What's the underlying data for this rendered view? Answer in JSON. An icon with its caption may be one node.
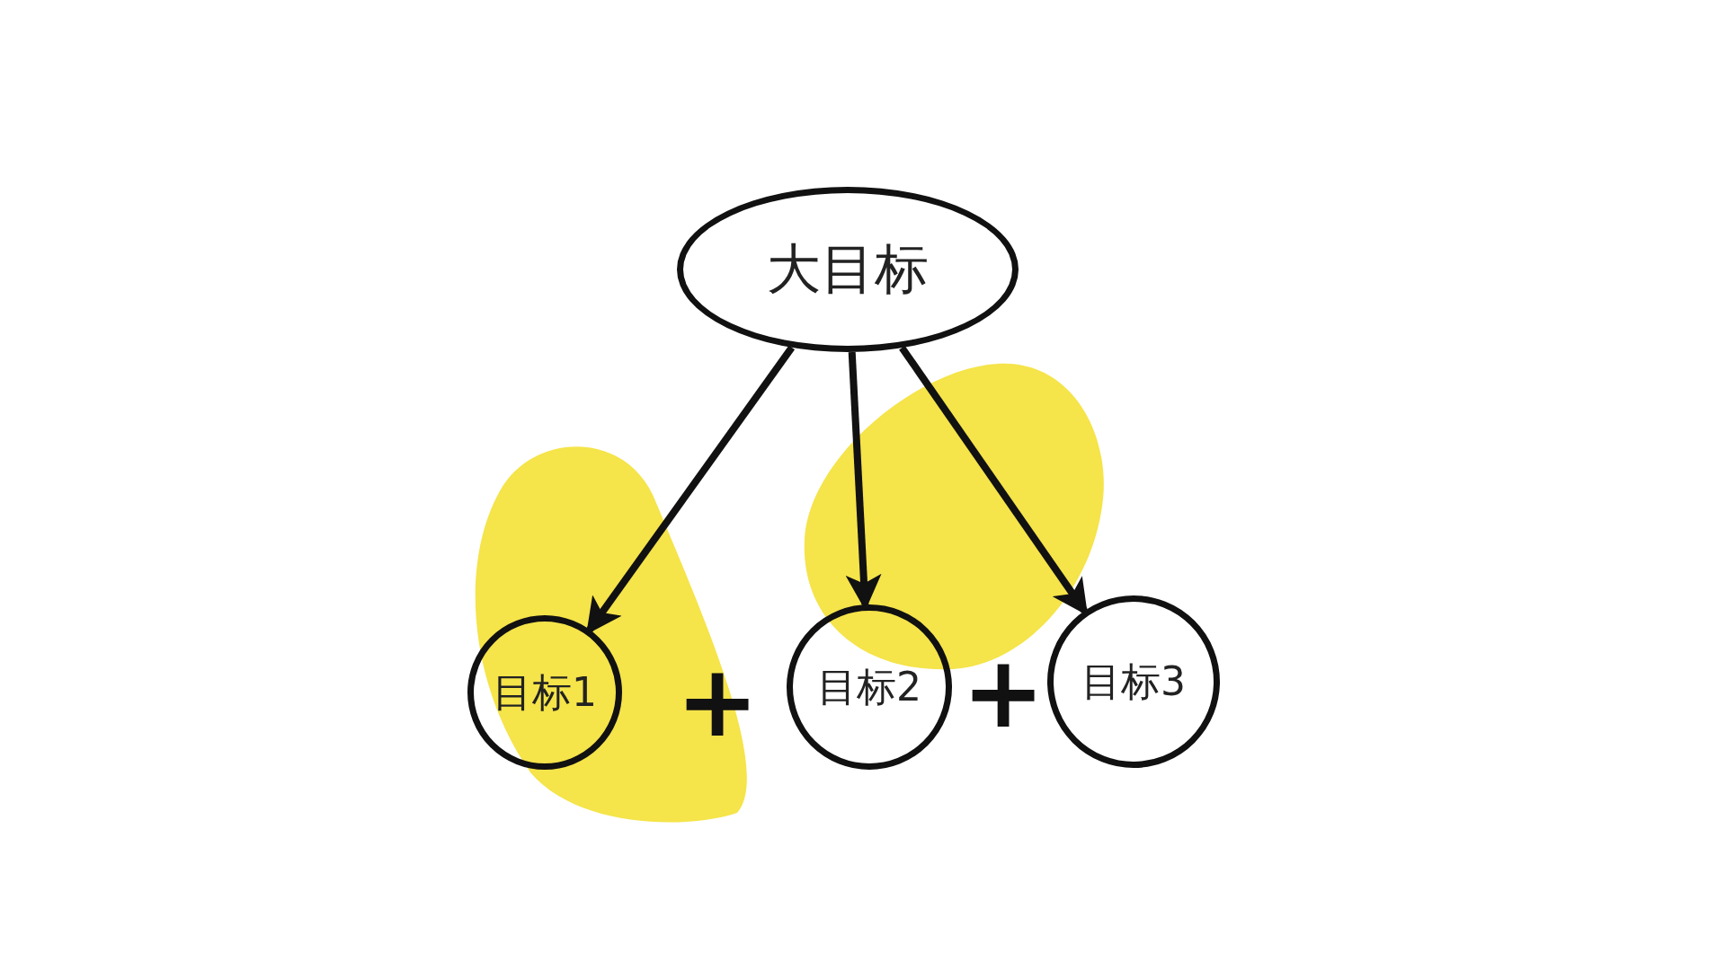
{
  "diagram": {
    "nodes": [
      {
        "text": [
          "大目标"
        ]
      },
      {
        "text": [
          "目标1"
        ]
      },
      {
        "text": [
          "目标2"
        ]
      },
      {
        "text": [
          "目标3"
        ]
      }
    ],
    "edges": [
      {
        "from": 0,
        "to": 1,
        "arrow": "to"
      },
      {
        "from": 0,
        "to": 2,
        "arrow": "to"
      },
      {
        "from": 0,
        "to": 3,
        "arrow": "to"
      }
    ],
    "labels": [
      "+",
      "+"
    ]
  }
}
